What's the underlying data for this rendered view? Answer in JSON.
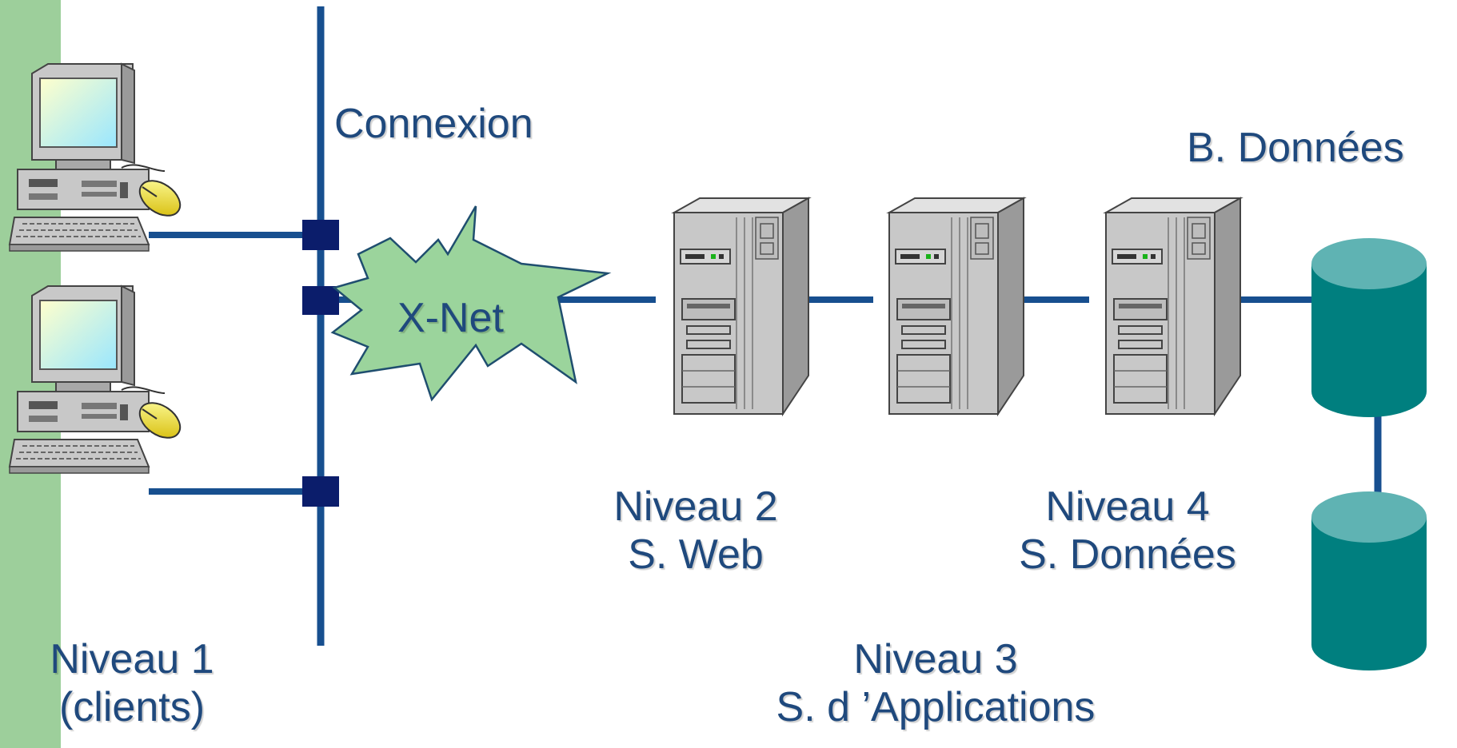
{
  "labels": {
    "connexion": "Connexion",
    "xnet": "X-Net",
    "bdonnees": "B. Données",
    "niveau1": {
      "line1": "Niveau 1",
      "line2": "(clients)"
    },
    "niveau2": {
      "line1": "Niveau 2",
      "line2": "S. Web"
    },
    "niveau3": {
      "line1": "Niveau 3",
      "line2": "S. d ’Applications"
    },
    "niveau4": {
      "line1": "Niveau 4",
      "line2": "S. Données"
    }
  },
  "colors": {
    "sidebar": "#9dcf9b",
    "bus": "#174f8f",
    "connector": "#0b1d6b",
    "text": "#1f497d",
    "cloud": "#9bd49c",
    "db_body": "#007f7f",
    "db_top": "#5fb3b3",
    "server_front": "#c8c8c8",
    "server_side": "#9a9a9a"
  },
  "icons": [
    "desktop-computer-icon",
    "tower-server-icon",
    "database-cylinder-icon",
    "network-cloud-icon"
  ]
}
